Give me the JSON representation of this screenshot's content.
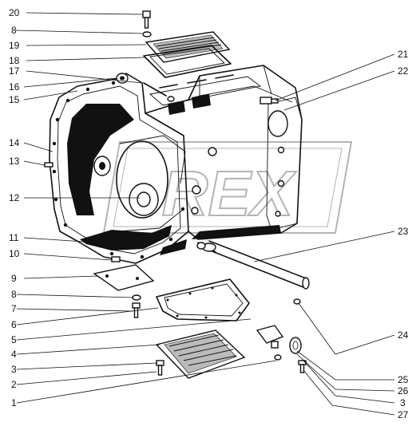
{
  "callouts": {
    "left": [
      "20",
      "8",
      "19",
      "18",
      "17",
      "16",
      "15",
      "14",
      "13",
      "12",
      "11",
      "10",
      "9",
      "8",
      "7",
      "6",
      "5",
      "4",
      "3",
      "2",
      "1"
    ],
    "right": [
      "21",
      "22",
      "23",
      "24",
      "25",
      "26",
      "3",
      "27"
    ]
  },
  "watermark": "REX",
  "colors": {
    "ink": "#111111",
    "paper": "#ffffff",
    "watermark": "#777777"
  }
}
